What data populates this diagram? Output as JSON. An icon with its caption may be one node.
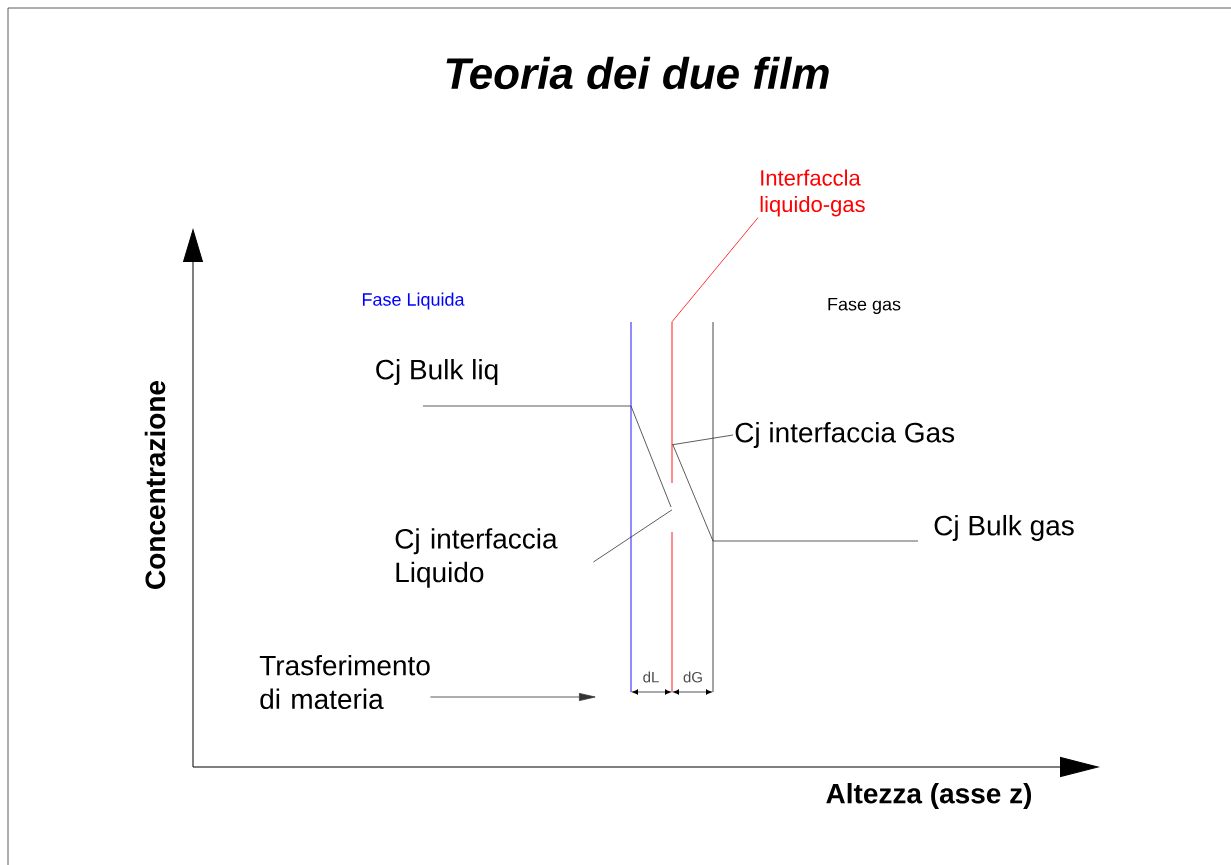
{
  "diagram": {
    "title": "Teoria dei due film",
    "nodes": [
      {
        "text": [
          "Interfaccla liquido-gas"
        ]
      },
      {
        "text": [
          "Cj interfaccia Gas"
        ]
      },
      {
        "text": [
          "Cj interfaccia Liquido"
        ]
      },
      {
        "text": [
          "Trasferimento di materia"
        ]
      },
      {
        "text": [],
        "shape": "line"
      }
    ],
    "edges": [
      {
        "from": 0,
        "to": 4,
        "arrow": "none",
        "color": "#ff0000"
      },
      {
        "from": 1,
        "to": 4,
        "arrow": "none"
      },
      {
        "from": 2,
        "to": 4,
        "arrow": "none"
      },
      {
        "from": 3,
        "to": null,
        "arrow": "to"
      }
    ],
    "labels": [
      "Fase Liquida",
      "Fase gas",
      "Cj Bulk liq",
      "Concentrazione",
      "Cj Bulk gas",
      "dL",
      "dG",
      "Altezza (asse z)"
    ]
  }
}
